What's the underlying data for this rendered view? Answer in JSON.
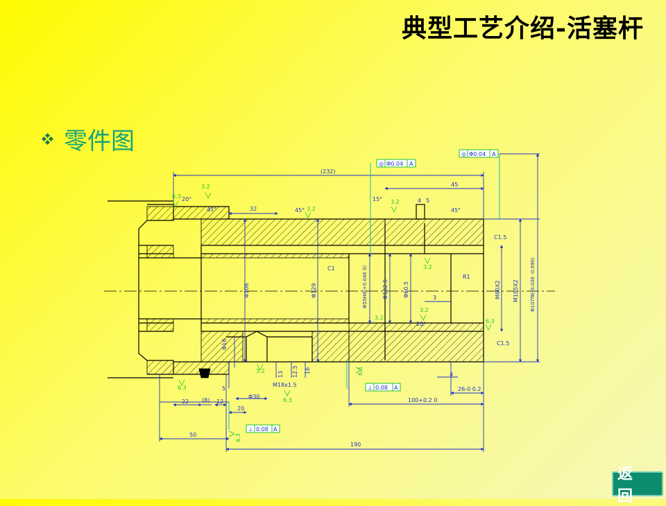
{
  "slide": {
    "title": "典型工艺介绍-活塞杆",
    "bullet": "零件图",
    "back_button": "返 回"
  },
  "drawing": {
    "tolerance_frames": [
      {
        "symbol": "◎",
        "value": "Φ0.04",
        "datum": "A"
      },
      {
        "symbol": "◎",
        "value": "Φ0.04",
        "datum": "A"
      },
      {
        "symbol": "⊥",
        "value": "0.08",
        "datum": "A"
      },
      {
        "symbol": "⊥",
        "value": "0.08",
        "datum": "A"
      }
    ],
    "dims": {
      "d232": "(232)",
      "d45_top": "45",
      "d20": "20°",
      "d45a": "45°",
      "d32": "32",
      "d45b": "45°",
      "d15": "15°",
      "d4": "4",
      "d5": "5",
      "d45c": "45°",
      "c1_5a": "C1.5",
      "c1": "C1",
      "r1": "R1",
      "phi106": "Φ106",
      "phi129": "Φ129",
      "phi55": "Φ55H8(+0.046 0)",
      "phi102": "Φ102.5",
      "phi60": "Φ60.5",
      "m60": "M60X2",
      "m105": "M105X2",
      "phi107": "Φ107f8(-0.036 -0.090)",
      "d3": "3",
      "d20b": "20°",
      "c1_5b": "C1.5",
      "phi16": "Φ16",
      "d13": "13",
      "d125": "12.5",
      "d16": "16",
      "m18": "M18x1.5",
      "phi30": "Φ30",
      "d22": "22",
      "d8": "(8)",
      "d12": "12",
      "d5b": "5",
      "d20c": "20",
      "d50": "50",
      "d190": "190",
      "d100": "100+0.2 0",
      "d26": "26-0 0.2",
      "d4b": "4"
    },
    "roughness": {
      "r63a": "6.3",
      "r32a": "3.2",
      "r32b": "3.2",
      "r32c": "3.2",
      "r32d": "3.2",
      "r32e": "3.2",
      "r32f": "3.2",
      "r32g": "3.2",
      "r63b": "6.3",
      "r63c": "6.3",
      "r63d": "6.3",
      "r63e": "6.3",
      "r63f": "6.3"
    },
    "colors": {
      "line": "#000000",
      "dim_blue": "#1f33c8",
      "roughness_green": "#22c22e",
      "leader_cyan": "#00b0c8"
    }
  }
}
